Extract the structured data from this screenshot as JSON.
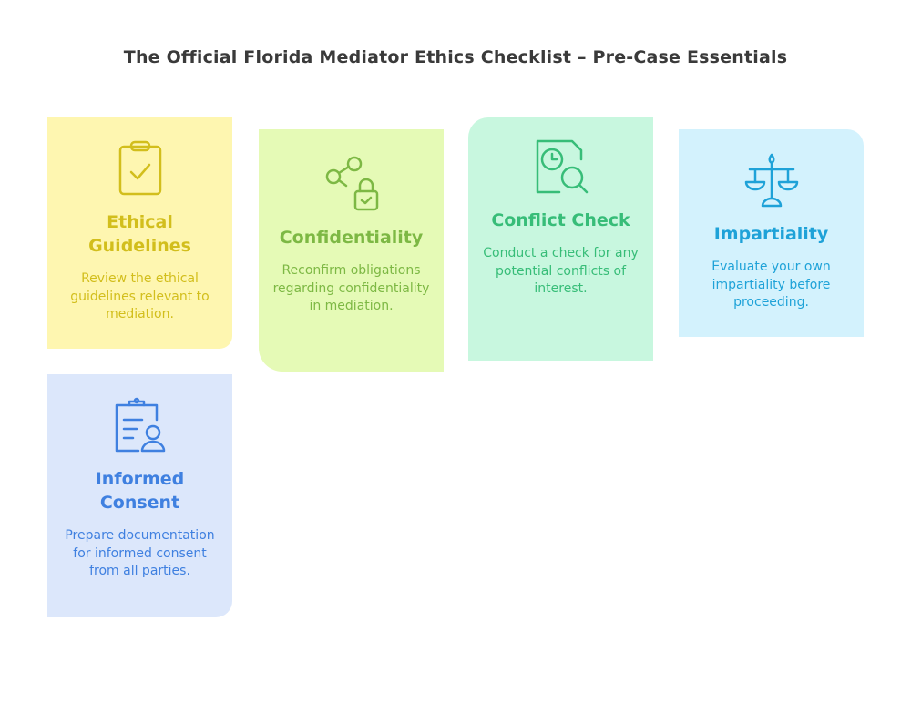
{
  "title": "The Official Florida Mediator Ethics Checklist – Pre-Case Essentials",
  "cards": [
    {
      "title": "Ethical Guidelines",
      "description": "Review the ethical guidelines relevant to mediation.",
      "icon": "clipboard-check-icon",
      "color": "#d2be1c",
      "background": "#fef6b0"
    },
    {
      "title": "Confidentiality",
      "description": "Reconfirm obligations regarding confidentiality in mediation.",
      "icon": "share-lock-icon",
      "color": "#7db844",
      "background": "#e5fab6"
    },
    {
      "title": "Conflict Check",
      "description": "Conduct a check for any potential conflicts of interest.",
      "icon": "document-search-icon",
      "color": "#37bd78",
      "background": "#c8f7df"
    },
    {
      "title": "Impartiality",
      "description": "Evaluate your own impartiality before proceeding.",
      "icon": "scales-icon",
      "color": "#1ea2d8",
      "background": "#d3f2fd"
    },
    {
      "title": "Informed Consent",
      "description": "Prepare documentation for informed consent from all parties.",
      "icon": "clipboard-user-icon",
      "color": "#3f80e0",
      "background": "#dce7fb"
    }
  ]
}
